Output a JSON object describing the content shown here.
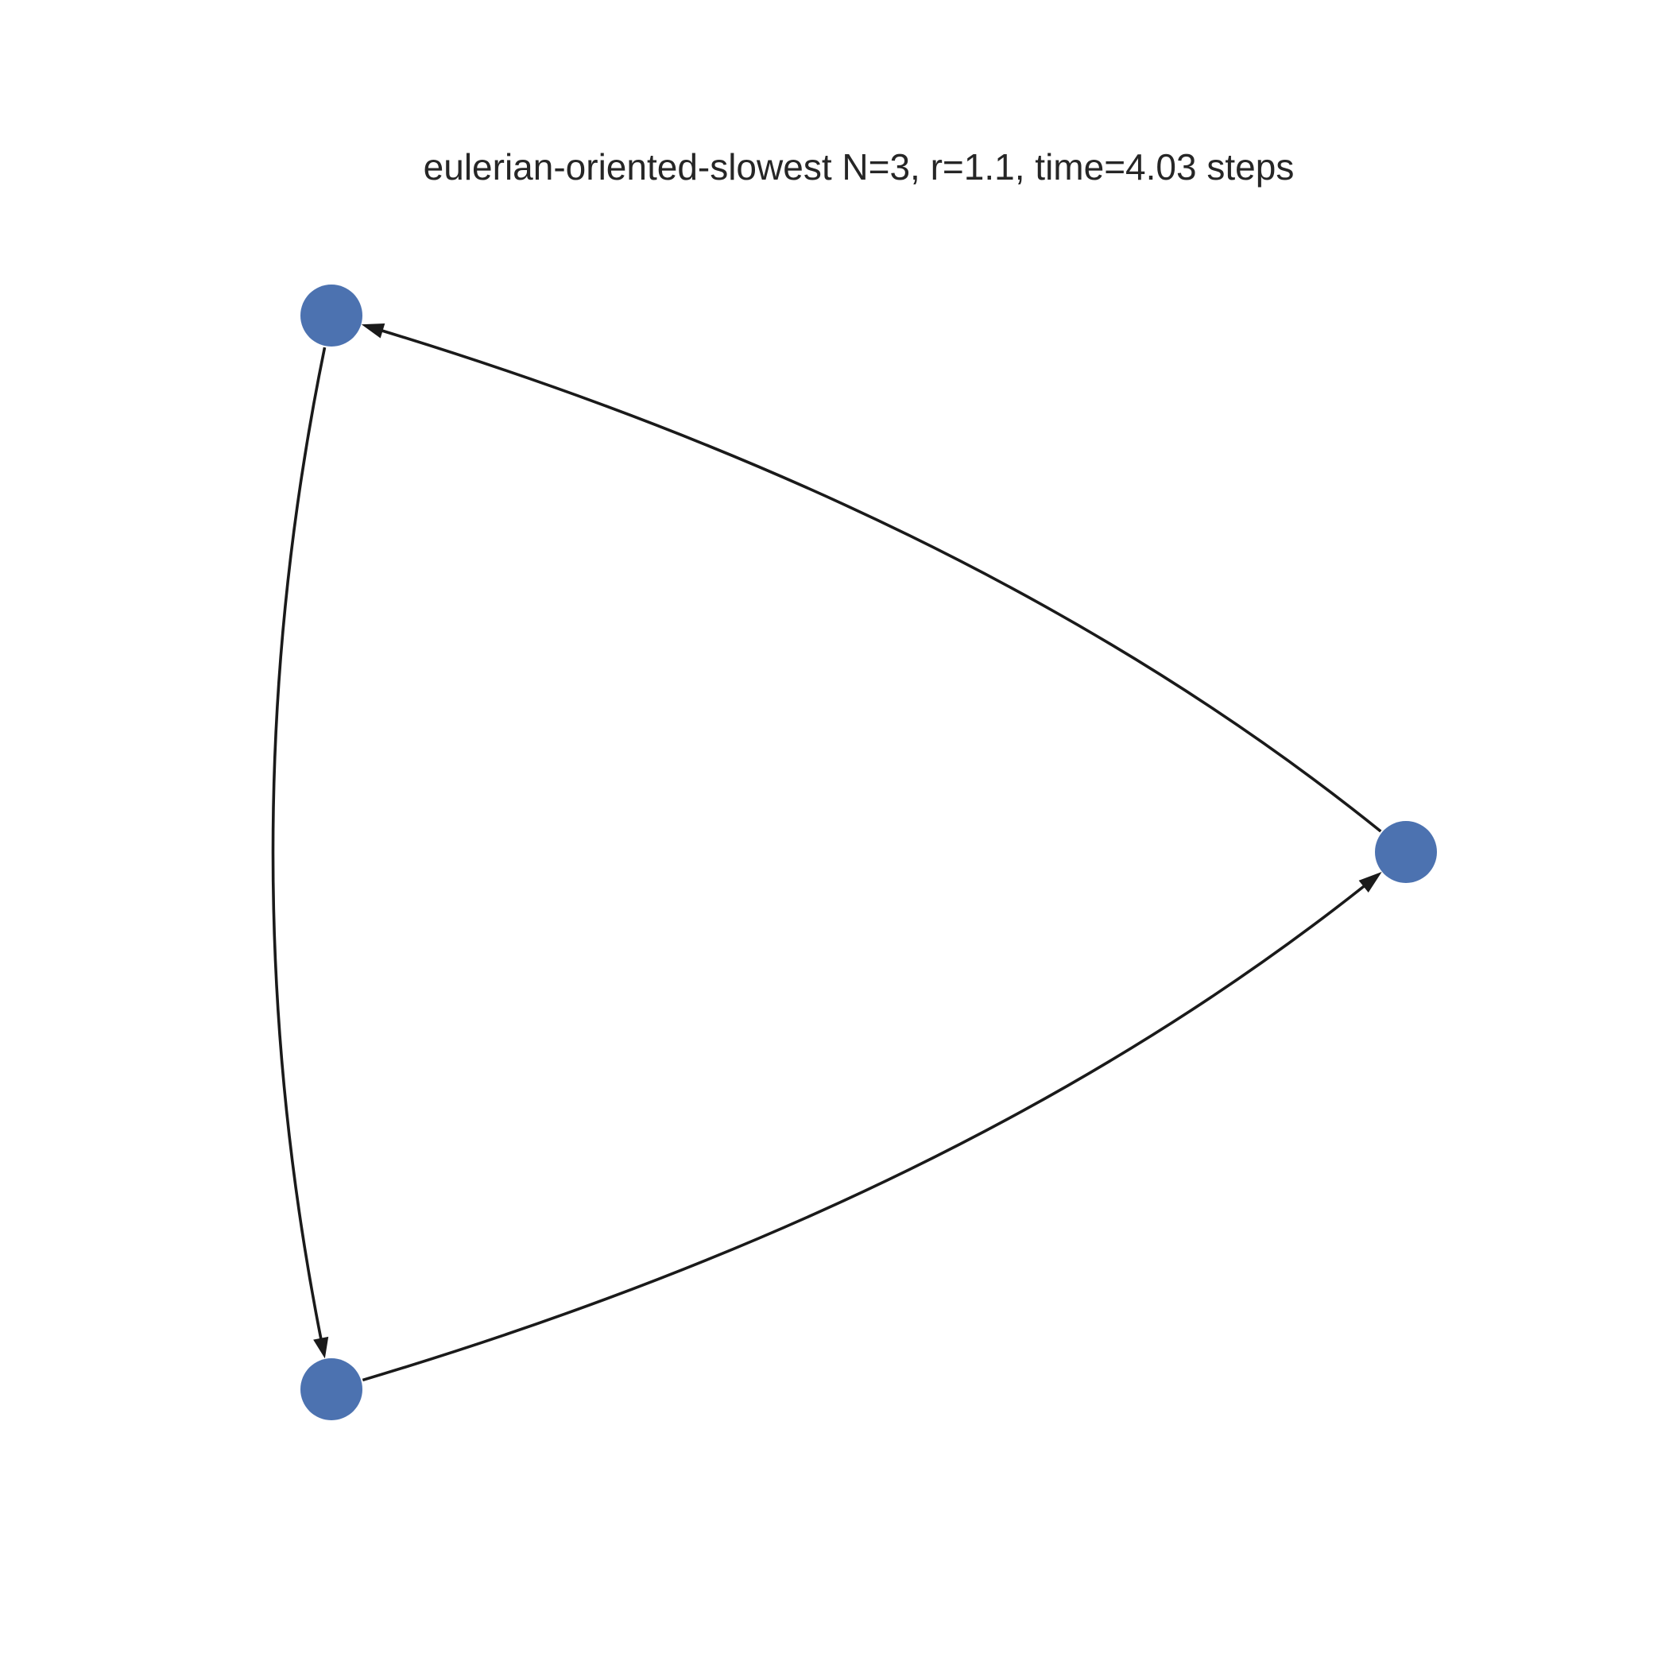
{
  "title": "eulerian-oriented-slowest N=3, r=1.1, time=4.03 steps",
  "graph": {
    "directed": true,
    "node_color": "#4c72b0",
    "edge_color": "#1a1a1a",
    "nodes": [
      {
        "id": "n0"
      },
      {
        "id": "n1"
      },
      {
        "id": "n2"
      }
    ],
    "edges": [
      {
        "id": "e-right-to-top",
        "source": "n0",
        "target": "n1"
      },
      {
        "id": "e-top-to-bottom",
        "source": "n1",
        "target": "n2"
      },
      {
        "id": "e-bottom-to-right",
        "source": "n2",
        "target": "n0"
      }
    ]
  }
}
